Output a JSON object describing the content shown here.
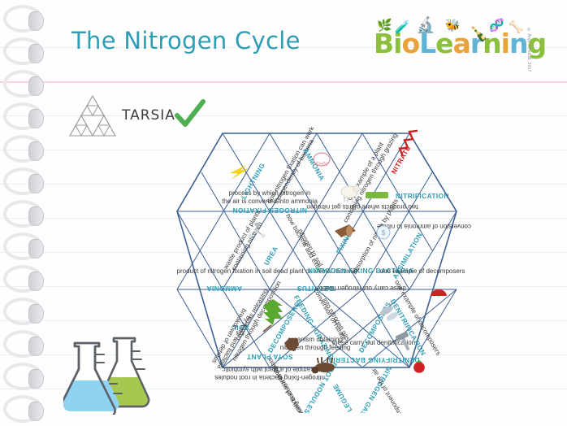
{
  "page": {
    "title": "The Nitrogen Cycle",
    "title_color": "#2f9db5",
    "background": "#fefefe",
    "rule_color": "#dbeef5",
    "margin_rule_color": "#f3d3dd"
  },
  "logo": {
    "text_parts": [
      {
        "t": "B",
        "color": "#8dbf3f"
      },
      {
        "t": "i",
        "color": "#8dbf3f"
      },
      {
        "t": "o",
        "color": "#e8a33d"
      },
      {
        "t": "L",
        "color": "#5fb3d4"
      },
      {
        "t": "e",
        "color": "#8dbf3f"
      },
      {
        "t": "a",
        "color": "#e8a33d"
      },
      {
        "t": "r",
        "color": "#5fb3d4"
      },
      {
        "t": "n",
        "color": "#8dbf3f"
      },
      {
        "t": "i",
        "color": "#e8a33d"
      },
      {
        "t": "n",
        "color": "#5fb3d4"
      },
      {
        "t": "g",
        "color": "#8dbf3f"
      }
    ],
    "full_text": "BioLearning",
    "credit": "© Anja Schmidt, 2017",
    "science_icons": [
      "leaf-icon",
      "test-tube-icon",
      "microscope-icon",
      "bee-icon",
      "flask-icon",
      "dna-icon",
      "skeleton-icon",
      "plant-icon"
    ]
  },
  "tarsia": {
    "label": "TARSIA",
    "icon": "triangle-puzzle-icon",
    "check": "green-check-icon",
    "check_color": "#4caf50"
  },
  "flasks": {
    "icon": "conical-flasks-icon",
    "left_liquid": "#8fd3f0",
    "right_liquid": "#a6c850"
  },
  "puzzle": {
    "type": "tarsia-hexagon-jigsaw",
    "edge_color": "#3d5f92",
    "caption_color": "#2f9db5",
    "term_label": "terms are shown in blue capitals; definitions in black lower-case",
    "pieces": [
      {
        "id": 1,
        "text": "process by which nitrogen in the air is converted into ammonia",
        "kind": "definition",
        "icon": "lightning-icon"
      },
      {
        "id": 2,
        "text": "NITROGEN FIXATION",
        "kind": "term",
        "rotated": true
      },
      {
        "id": 3,
        "text": "how nitrogen fixation can work independently of bacteria",
        "kind": "definition",
        "rotated": true
      },
      {
        "id": 4,
        "text": "LIGHTNING",
        "kind": "term",
        "rotated": true,
        "icon": "lightning-icon"
      },
      {
        "id": 5,
        "text": "AMMONIA",
        "kind": "term",
        "rotated": true,
        "icon": "nh3-icon"
      },
      {
        "id": 6,
        "text": "two products where plants get nitrogen",
        "kind": "definition",
        "rotated": true
      },
      {
        "id": 7,
        "text": "one example of a plant containing nitrogen through grazing",
        "kind": "definition",
        "rotated": true
      },
      {
        "id": 8,
        "text": "NITRATE",
        "kind": "term",
        "rotated": true,
        "color": "#cf2222"
      },
      {
        "id": 9,
        "text": "NITRIFICATION",
        "kind": "term"
      },
      {
        "id": 10,
        "text": "conversion of ammonia to nitrate",
        "kind": "definition",
        "rotated": true
      },
      {
        "id": 11,
        "text": "product of nitrogen fixation in soil",
        "kind": "definition"
      },
      {
        "id": 12,
        "text": "AMMONIA",
        "kind": "term",
        "rotated": true
      },
      {
        "id": 13,
        "text": "waste product of plants containing nitrogen",
        "kind": "definition",
        "rotated": true,
        "icon": "molecule-icon"
      },
      {
        "id": 14,
        "text": "UREA",
        "kind": "term",
        "rotated": true
      },
      {
        "id": 15,
        "text": "dead plant or animal material",
        "kind": "definition",
        "icon": "log-icon"
      },
      {
        "id": 16,
        "text": "DETRITUS",
        "kind": "term",
        "rotated": true
      },
      {
        "id": 17,
        "text": "how bacteria add extra nitrogen to soil",
        "kind": "definition",
        "rotated": true
      },
      {
        "id": 18,
        "text": "NITROGEN-FIXING BACTERIA",
        "kind": "term"
      },
      {
        "id": 19,
        "text": "these carry out nitrogen fixation",
        "kind": "definition",
        "rotated": true
      },
      {
        "id": 20,
        "text": "FIXING",
        "kind": "term",
        "rotated": true
      },
      {
        "id": 21,
        "text": "absorption of nitrate by plants",
        "kind": "definition",
        "rotated": true
      },
      {
        "id": 22,
        "text": "ASSIMILATION",
        "kind": "term",
        "rotated": true
      },
      {
        "id": 23,
        "text": "one example of decomposers",
        "kind": "definition",
        "icon": "mushroom-icon"
      },
      {
        "id": 24,
        "text": "one example of decomposers",
        "kind": "definition",
        "rotated": true
      },
      {
        "id": 25,
        "text": "DECOMPOSERS",
        "kind": "term",
        "rotated": true
      },
      {
        "id": 26,
        "text": "organisms releasing nitrogen through decomposition",
        "kind": "definition",
        "rotated": true,
        "icon": "tree-icon"
      },
      {
        "id": 27,
        "text": "SOYA PLANT",
        "kind": "term",
        "rotated": true
      },
      {
        "id": 28,
        "text": "example of a plant with symbiotic nitrogen-fixing bacteria in root nodules",
        "kind": "definition",
        "rotated": true
      },
      {
        "id": 29,
        "text": "conversion of nitrate into nitrogen gas",
        "kind": "definition",
        "rotated": true
      },
      {
        "id": 30,
        "text": "FEEDING / GRAZING",
        "kind": "term",
        "rotated": true
      },
      {
        "id": 31,
        "text": "organism obtaining nitrogen through feeding",
        "kind": "definition",
        "icon": "cow-icon"
      },
      {
        "id": 32,
        "text": "these carry out denitrification",
        "kind": "definition"
      },
      {
        "id": 33,
        "text": "DENITRIFYING BACTERIA",
        "kind": "term",
        "rotated": true,
        "icon": "bacteria-icon"
      },
      {
        "id": 34,
        "text": "DECOMPOSERS",
        "kind": "term",
        "rotated": true
      },
      {
        "id": 35,
        "text": "DENITRIFICATION",
        "kind": "term",
        "rotated": true
      },
      {
        "id": 36,
        "text": "SOIL",
        "kind": "term",
        "rotated": true,
        "icon": "soil-icon"
      },
      {
        "id": 37,
        "text": "ROOT NODULES",
        "kind": "term",
        "rotated": true
      },
      {
        "id": 38,
        "text": "location of symbiotic nitrogen-fixing bacteria in plants",
        "kind": "definition",
        "rotated": true
      },
      {
        "id": 39,
        "text": "LEGUME",
        "kind": "term",
        "rotated": true
      },
      {
        "id": 40,
        "text": "NITROGEN GAS",
        "kind": "term",
        "rotated": true,
        "icon": "hammer-icon"
      },
      {
        "id": 41,
        "text": "component of the air",
        "kind": "definition",
        "rotated": true,
        "icon": "tomato-icon"
      },
      {
        "id": 42,
        "text": "breakdown of detritus by fungi and bacteria",
        "kind": "definition",
        "rotated": true
      }
    ]
  }
}
